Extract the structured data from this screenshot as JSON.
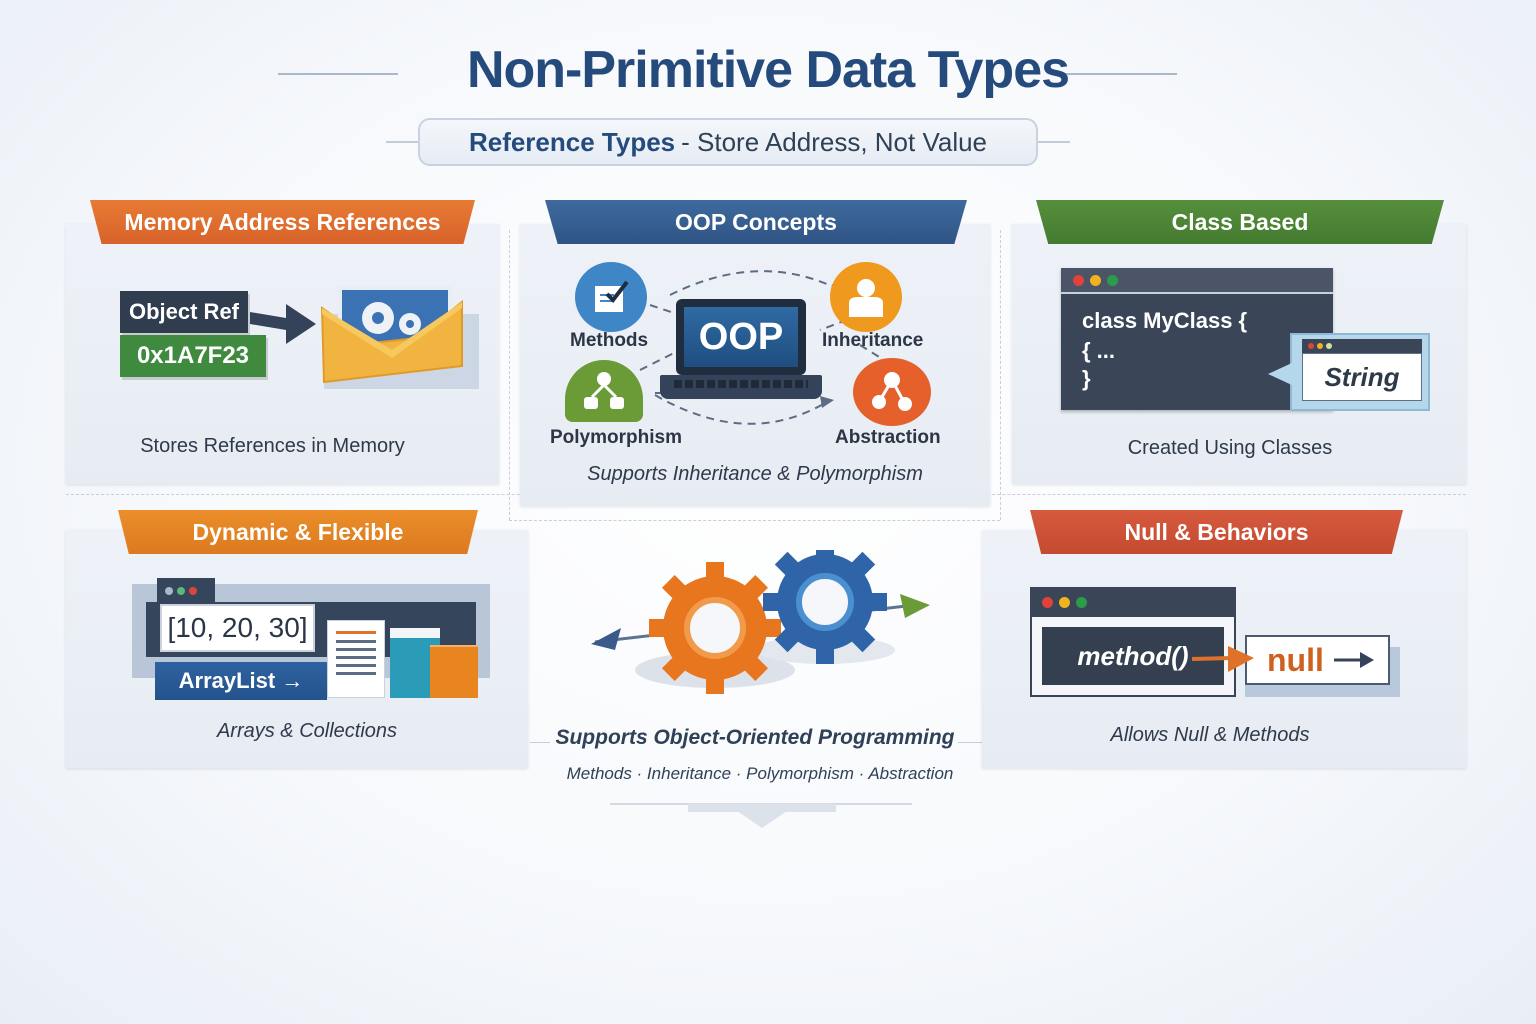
{
  "header": {
    "title": "Non-Primitive Data Types",
    "subtitle_bold": "Reference Types",
    "subtitle_rest": "- Store Address, Not Value"
  },
  "colors": {
    "title_blue": "#254b7c",
    "orange": "#e0712b",
    "blue": "#3c6698",
    "green": "#4e8a3a",
    "amber": "#e88a25",
    "red": "#cf4f36"
  },
  "cards": {
    "memory": {
      "ribbon": "Memory Address References",
      "object_ref": "Object Ref",
      "address": "0x1A7F23",
      "caption": "Stores References in Memory",
      "icon": "envelope-gears-icon"
    },
    "oop": {
      "ribbon": "OOP Concepts",
      "center": "OOP",
      "nodes": [
        {
          "label": "Methods",
          "icon": "checklist-icon",
          "color": "#3f86c6"
        },
        {
          "label": "Inheritance",
          "icon": "person-icon",
          "color": "#ef9a1e"
        },
        {
          "label": "Polymorphism",
          "icon": "hierarchy-icon",
          "color": "#6a9b36"
        },
        {
          "label": "Abstraction",
          "icon": "network-icon",
          "color": "#e5602a"
        }
      ],
      "caption": "Supports Inheritance & Polymorphism"
    },
    "class": {
      "ribbon": "Class Based",
      "code_line1": "class MyClass {",
      "code_line2": "{    ...",
      "code_line3": " }",
      "bubble": "String",
      "caption": "Created Using Classes"
    },
    "dynamic": {
      "ribbon": "Dynamic & Flexible",
      "array": "[10, 20, 30]",
      "arraylist": "ArrayList →",
      "caption": "Arrays & Collections"
    },
    "center": {
      "title": "Supports Object-Oriented Programming",
      "items": "Methods · Inheritance · Polymorphism · Abstraction",
      "icon": "gears-icon"
    },
    "null": {
      "ribbon": "Null & Behaviors",
      "method": "method()",
      "null_text": "null",
      "caption": "Allows Null & Methods"
    }
  }
}
